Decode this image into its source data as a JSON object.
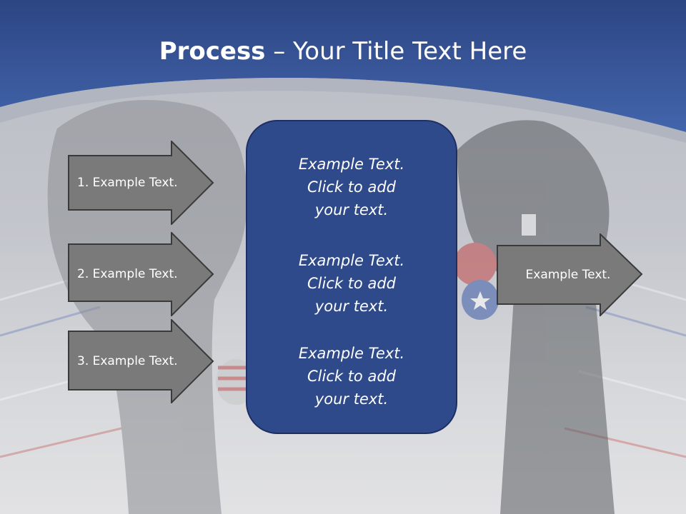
{
  "title": {
    "bold": "Process",
    "rest": " – Your Title Text Here"
  },
  "left_arrows": [
    {
      "label": "1. Example Text."
    },
    {
      "label": "2. Example Text."
    },
    {
      "label": "3. Example Text."
    }
  ],
  "center_box": {
    "blocks": [
      {
        "lines": [
          "Example Text.",
          "Click  to add",
          "your text."
        ]
      },
      {
        "lines": [
          "Example Text.",
          "Click  to add",
          "your text."
        ]
      },
      {
        "lines": [
          "Example Text.",
          "Click  to add",
          "your text."
        ]
      }
    ]
  },
  "right_arrow": {
    "label": "Example Text."
  },
  "colors": {
    "header_blue": "#3a5ba0",
    "box_blue": "#2f4a8a",
    "arrow_gray": "#7a7a7a",
    "arrow_border": "#3a3a3a"
  }
}
